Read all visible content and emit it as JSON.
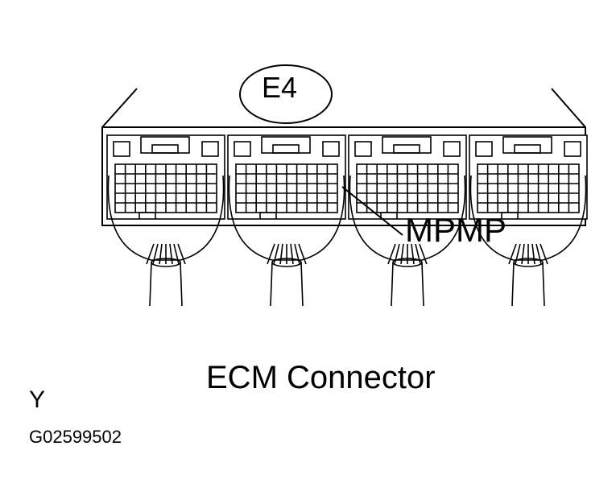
{
  "diagram": {
    "connector_label": "E4",
    "callout_label": "MPMP",
    "caption": "ECM Connector",
    "corner_marker": "Y",
    "figure_id": "G02599502",
    "connector_sections": 4,
    "colors": {
      "line": "#000000",
      "background": "#ffffff"
    }
  }
}
